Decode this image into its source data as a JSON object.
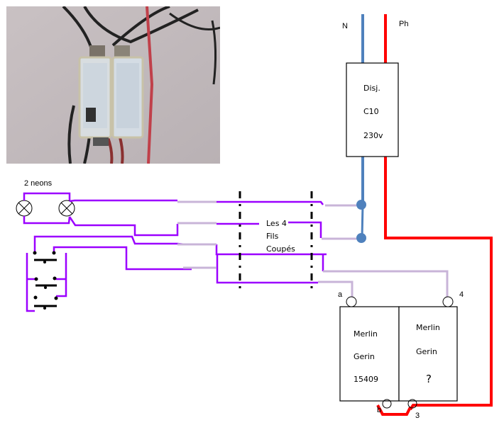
{
  "photo": {
    "description": "Photograph of two DIN-rail modules with wires"
  },
  "labels": {
    "neutral": "N",
    "phase": "Ph",
    "neons": "2 neons",
    "cut_wires_line1": "Les 4",
    "cut_wires_line2": "Fils",
    "cut_wires_line3": "Coupés",
    "terminal_a": "a",
    "terminal_b": "b",
    "terminal_3": "3",
    "terminal_4": "4"
  },
  "breaker": {
    "line1": "Disj.",
    "line2": "C10",
    "line3": "230v"
  },
  "module_left": {
    "line1": "Merlin",
    "line2": "Gerin",
    "line3": "15409"
  },
  "module_right": {
    "line1": "Merlin",
    "line2": "Gerin",
    "line3": "?"
  },
  "colors": {
    "neutral": "#4f81bd",
    "phase": "#ff0000",
    "wire": "#9b00ff",
    "cut_wire": "#c8b4d8"
  }
}
